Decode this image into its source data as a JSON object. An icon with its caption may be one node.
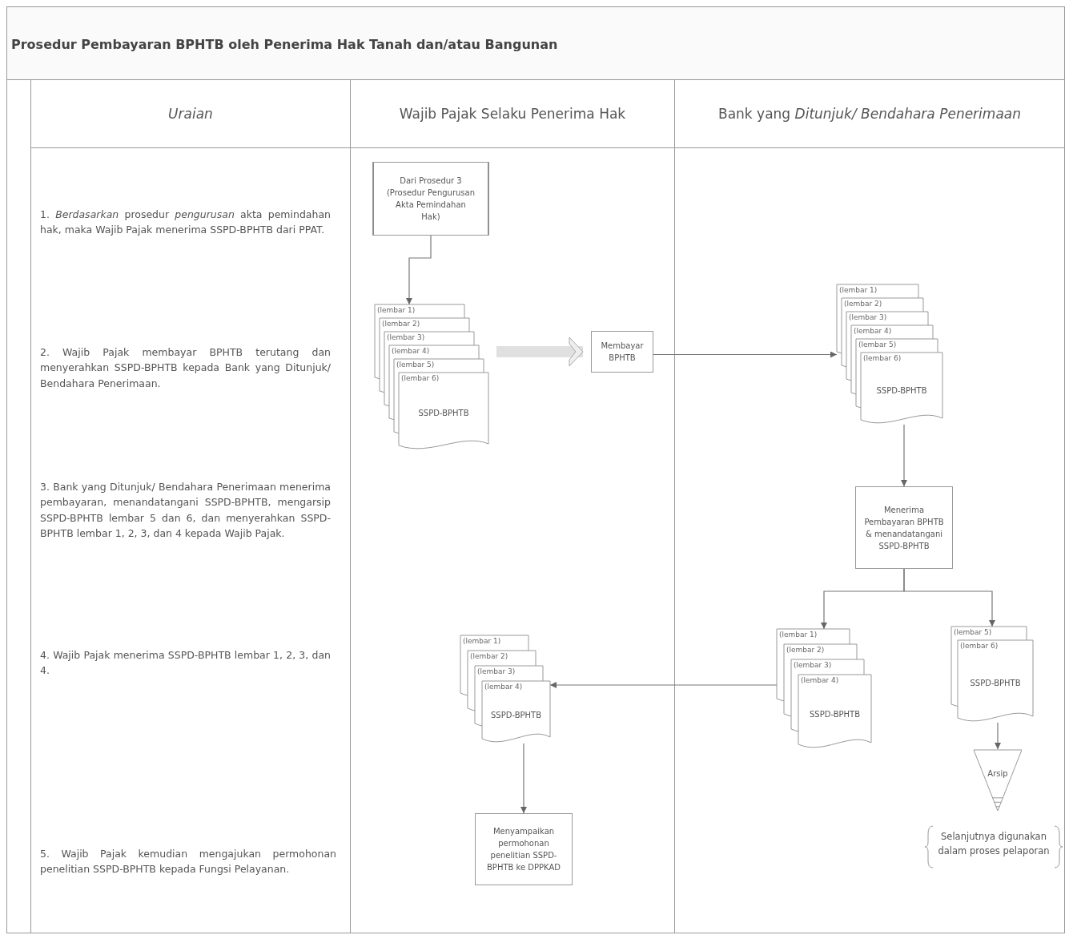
{
  "diagram": {
    "title": "Prosedur Pembayaran BPHTB oleh Penerima Hak Tanah dan/atau Bangunan",
    "nodes": [
      {
        "text": [
          "Uraian"
        ]
      },
      {
        "text": [
          "Wajib Pajak Selaku Penerima Hak"
        ]
      },
      {
        "text": [
          "Bank yang *Ditunjuk/ Bendahara Penerimaan*"
        ]
      },
      {
        "text": [
          "Dari Prosedur 3 (Prosedur Pengurusan Akta Pemindahan Hak)"
        ],
        "in": 1
      },
      {
        "text": [
          "(lembar 1)",
          "(lembar 2)",
          "(lembar 3)",
          "(lembar 4)",
          "(lembar 5)",
          "(lembar 6)",
          "SSPD-BPHTB"
        ],
        "in": 1
      },
      {
        "text": [
          "Membayar BPHTB"
        ],
        "in": 1
      },
      {
        "text": [
          "(lembar 1)",
          "(lembar 2)",
          "(lembar 3)",
          "(lembar 4)",
          "(lembar 5)",
          "(lembar 6)",
          "SSPD-BPHTB"
        ],
        "in": 2
      },
      {
        "text": [
          "Menerima Pembayaran BPHTB & menandatangani SSPD-BPHTB"
        ],
        "in": 2
      },
      {
        "text": [
          "(lembar 1)",
          "(lembar 2)",
          "(lembar 3)",
          "(lembar 4)",
          "SSPD-BPHTB"
        ],
        "in": 2
      },
      {
        "text": [
          "(lembar 5)",
          "(lembar 6)",
          "SSPD-BPHTB"
        ],
        "in": 2
      },
      {
        "text": [
          "Arsip"
        ],
        "in": 2
      },
      {
        "text": [
          "(lembar 1)",
          "(lembar 2)",
          "(lembar 3)",
          "(lembar 4)",
          "SSPD-BPHTB"
        ],
        "in": 1
      },
      {
        "text": [
          "Menyampaikan permohonan penelitian SSPD-BPHTB ke DPPKAD"
        ],
        "in": 1
      }
    ],
    "edges": [
      {
        "from": 3,
        "to": 4,
        "arrow": "to"
      },
      {
        "from": 4,
        "to": 5,
        "arrow": "to",
        "style": "thick",
        "color": "#e0e0e0"
      },
      {
        "from": 5,
        "to": 6,
        "arrow": "to"
      },
      {
        "from": 6,
        "to": 7,
        "arrow": "to"
      },
      {
        "from": 7,
        "to": 8,
        "arrow": "to"
      },
      {
        "from": 7,
        "to": 9,
        "arrow": "to"
      },
      {
        "from": 8,
        "to": 11,
        "arrow": "to"
      },
      {
        "from": 11,
        "to": 12,
        "arrow": "to"
      },
      {
        "from": 9,
        "to": 10,
        "arrow": "to"
      }
    ],
    "labels": [
      "1. *Berdasarkan* prosedur *pengurusan* akta pemindahan hak, maka Wajib Pajak menerima SSPD-BPHTB dari PPAT.",
      "2. Wajib Pajak membayar BPHTB terutang dan menyerahkan SSPD-BPHTB kepada Bank yang Ditunjuk/ Bendahara Penerimaan.",
      "3. Bank yang Ditunjuk/ Bendahara Penerimaan menerima pembayaran, menandatangani SSPD-BPHTB, mengarsip SSPD-BPHTB lembar 5 dan 6, dan menyerahkan SSPD-BPHTB lembar 1, 2, 3, dan 4 kepada Wajib Pajak.",
      "4. Wajib Pajak menerima SSPD-BPHTB lembar 1, 2, 3, dan 4.",
      "5. Wajib Pajak kemudian mengajukan permohonan penelitian SSPD-BPHTB kepada Fungsi Pelayanan.",
      "Selanjutnya digunakan dalam proses pelaporan"
    ]
  }
}
